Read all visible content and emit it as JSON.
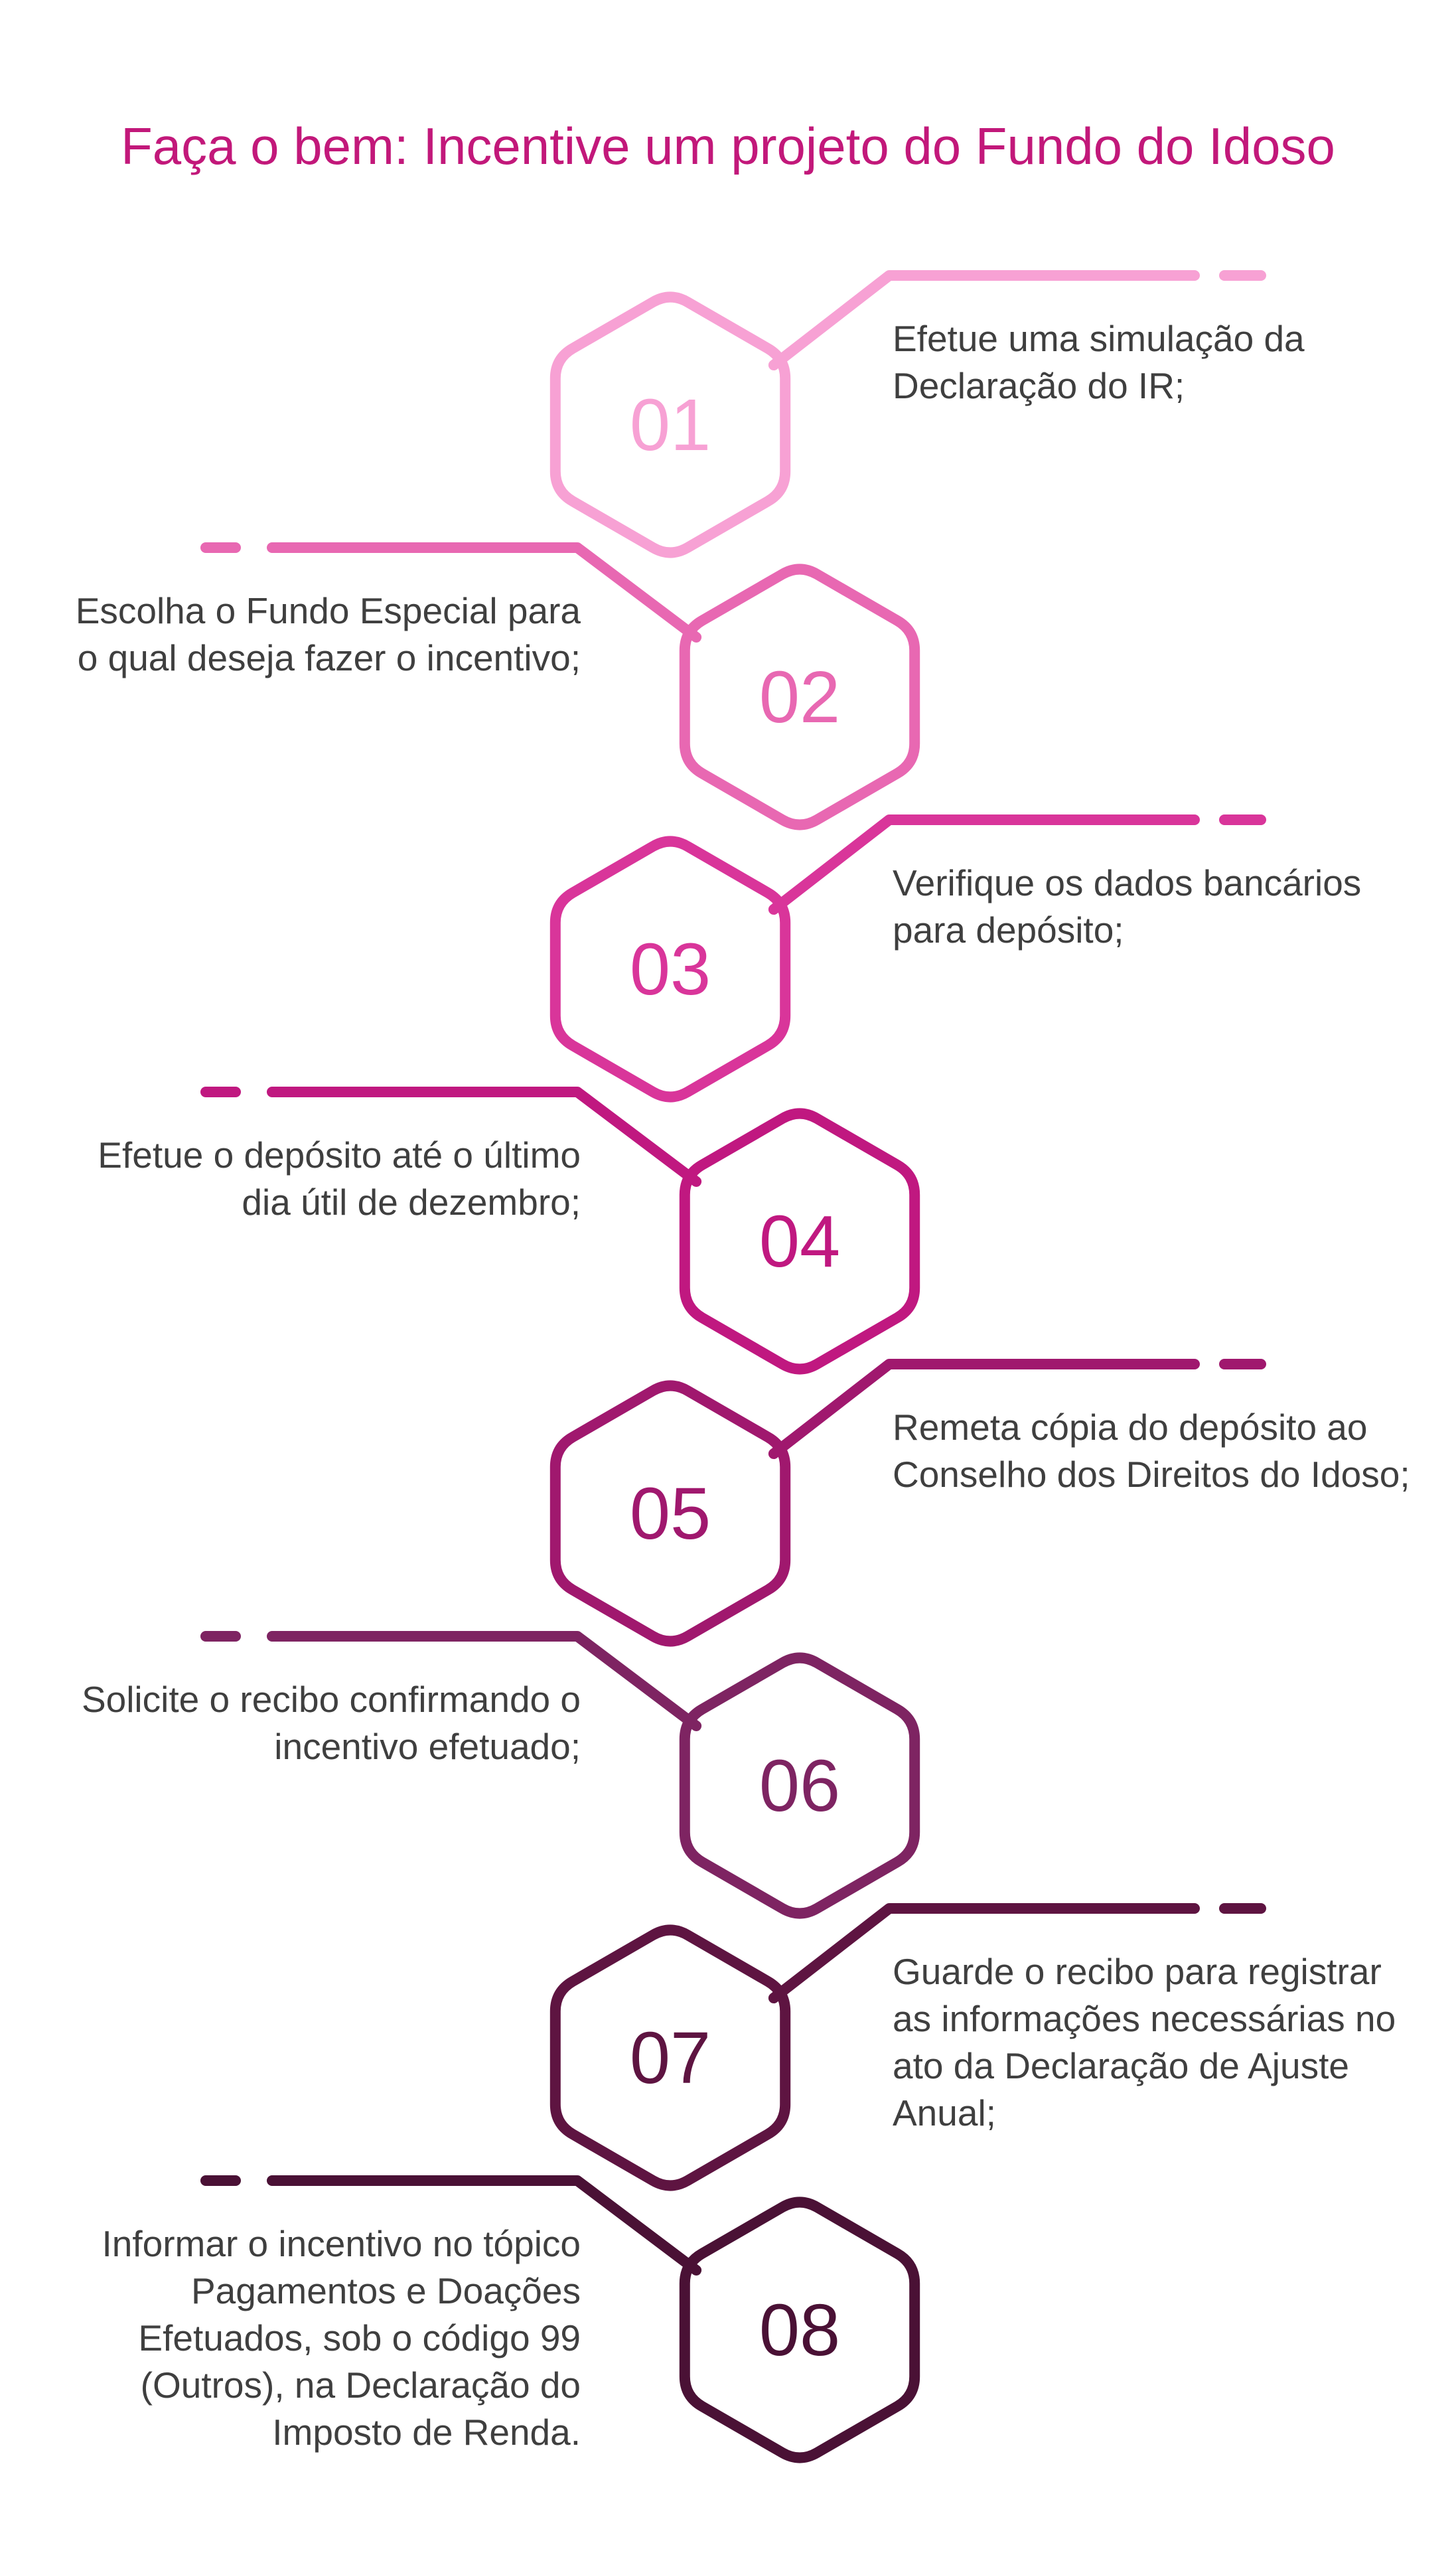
{
  "title": "Faça o bem: Incentive um projeto do Fundo do Idoso",
  "title_color": "#c2187a",
  "text_color": "#3f3f3f",
  "steps": [
    {
      "number": "01",
      "text": "Efetue uma simulação da Declaração do IR;",
      "color": "#f7a1d4",
      "side": "right"
    },
    {
      "number": "02",
      "text": "Escolha o Fundo Especial para o qual deseja fazer o incentivo;",
      "color": "#e868b2",
      "side": "left"
    },
    {
      "number": "03",
      "text": "Verifique os dados bancários para depósito;",
      "color": "#d9359a",
      "side": "right"
    },
    {
      "number": "04",
      "text": "Efetue o depósito até  o último dia útil de dezembro;",
      "color": "#c01880",
      "side": "left"
    },
    {
      "number": "05",
      "text": "Remeta cópia do depósito ao Conselho dos Direitos do Idoso;",
      "color": "#a0186e",
      "side": "right"
    },
    {
      "number": "06",
      "text": "Solicite o recibo confirmando o incentivo efetuado;",
      "color": "#7e2462",
      "side": "left"
    },
    {
      "number": "07",
      "text": "Guarde o recibo para registrar as informações necessárias no ato da Declaração de Ajuste Anual;",
      "color": "#5e1441",
      "side": "right"
    },
    {
      "number": "08",
      "text": "Informar o incentivo no tópico Pagamentos e Doações Efetuados, sob o código 99 (Outros), na Declaração do Imposto de Renda.",
      "color": "#4a1135",
      "side": "left"
    }
  ]
}
